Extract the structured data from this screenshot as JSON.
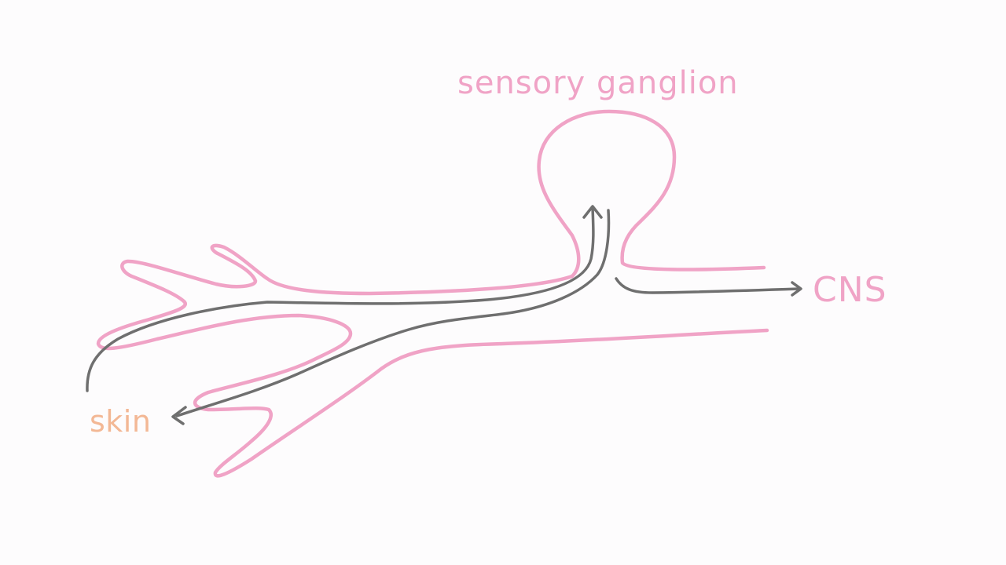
{
  "labels": {
    "ganglion": "sensory ganglion",
    "cns": "CNS",
    "skin": "skin"
  },
  "colors": {
    "background": "#fdfcfd",
    "nerve_outline": "#f0a3c6",
    "signal_path": "#6f6f6f",
    "ganglion_label": "#f0a3c6",
    "cns_label": "#f0a3c6",
    "skin_label": "#f3b895"
  }
}
